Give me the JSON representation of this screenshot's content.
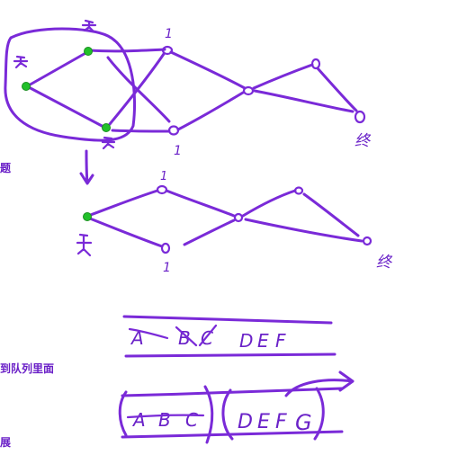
{
  "side_labels": [
    "题",
    "到队列里面",
    "展"
  ],
  "node_labels": {
    "top_graph": [
      "1",
      "1",
      "终"
    ],
    "bottom_graph": [
      "1",
      "1",
      "终"
    ]
  },
  "queue_rows": {
    "row1": [
      "A",
      "B",
      "C",
      "D",
      "E",
      "F"
    ],
    "row2_group1": [
      "A",
      "B",
      "C"
    ],
    "row2_group2": [
      "D",
      "E",
      "F",
      "G"
    ]
  },
  "colors": {
    "ink": "#7a2ad8",
    "visited_node": "#22c02a"
  }
}
